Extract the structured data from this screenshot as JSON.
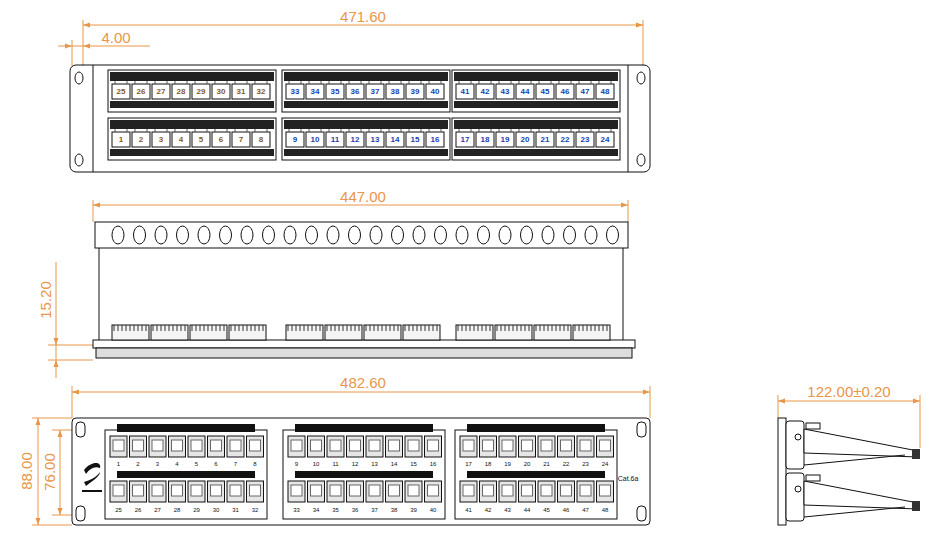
{
  "diagram": {
    "labels": [
      "471.60",
      "4.00",
      "447.00",
      "15.20",
      "482.60",
      "88.00",
      "76.00",
      "122.00±0.20",
      "25",
      "26",
      "27",
      "28",
      "29",
      "30",
      "31",
      "32",
      "33",
      "34",
      "35",
      "36",
      "37",
      "38",
      "39",
      "40",
      "41",
      "42",
      "43",
      "44",
      "45",
      "46",
      "47",
      "48",
      "1",
      "2",
      "3",
      "4",
      "5",
      "6",
      "7",
      "8",
      "9",
      "10",
      "11",
      "12",
      "13",
      "14",
      "15",
      "16",
      "17",
      "18",
      "19",
      "20",
      "21",
      "22",
      "23",
      "24",
      "1",
      "2",
      "3",
      "4",
      "5",
      "6",
      "7",
      "8",
      "9",
      "10",
      "11",
      "12",
      "13",
      "14",
      "15",
      "16",
      "17",
      "18",
      "19",
      "20",
      "21",
      "22",
      "23",
      "24",
      "25",
      "26",
      "27",
      "28",
      "29",
      "30",
      "31",
      "32",
      "33",
      "34",
      "35",
      "36",
      "37",
      "38",
      "39",
      "40",
      "41",
      "42",
      "43",
      "44",
      "45",
      "46",
      "47",
      "48",
      "Cat.6a"
    ]
  }
}
